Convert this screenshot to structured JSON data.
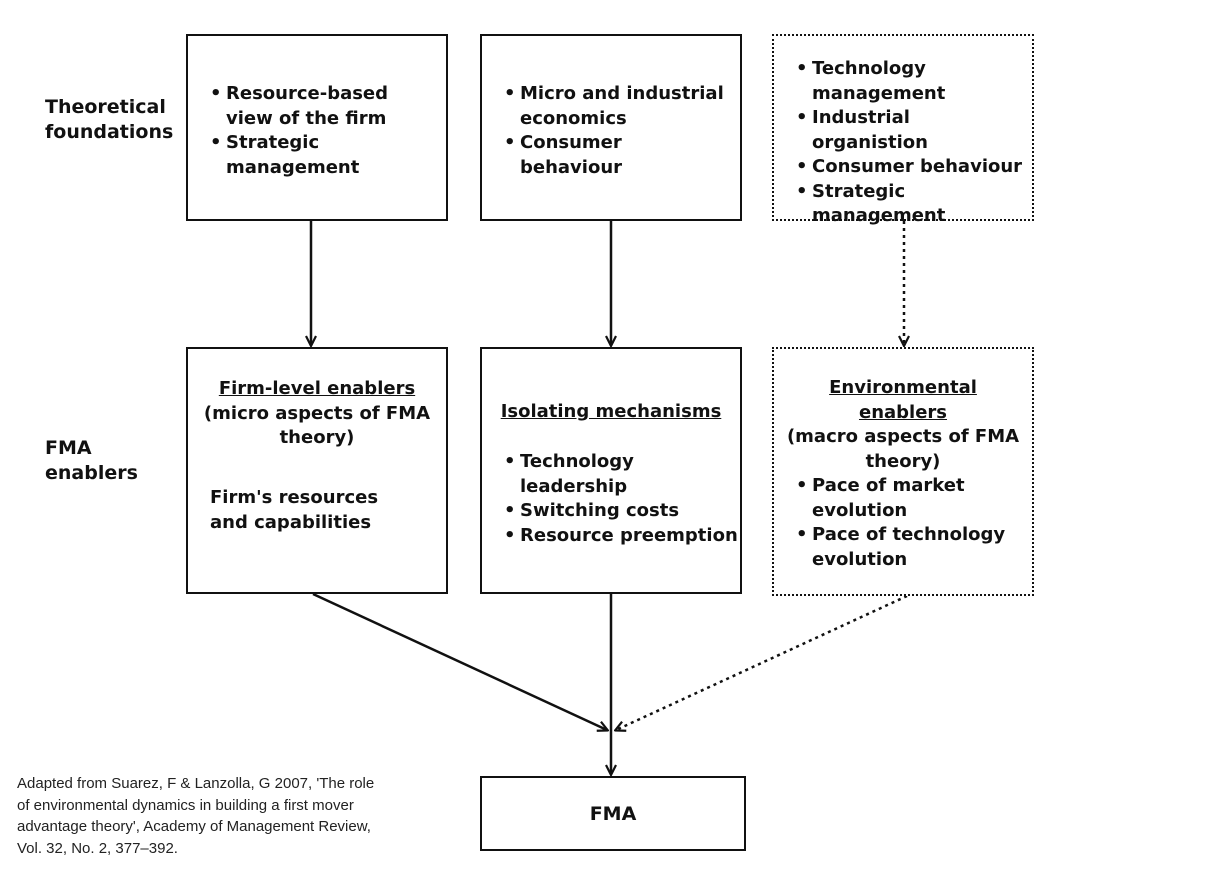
{
  "row_labels": {
    "theoretical": [
      "Theoretical",
      "foundations"
    ],
    "enablers": [
      "FMA",
      "enablers"
    ]
  },
  "foundations": {
    "left": [
      "Resource-based view of the firm",
      "Strategic management"
    ],
    "middle": [
      "Micro and industrial economics",
      "Consumer behaviour"
    ],
    "right": [
      "Technology management",
      "Industrial organistion",
      "Consumer behaviour",
      "Strategic management"
    ]
  },
  "enablers": {
    "firm": {
      "title": "Firm-level enablers",
      "subtitle": "(micro aspects of FMA theory)",
      "body": "Firm's resources and capabilities"
    },
    "isolating": {
      "title": "Isolating mechanisms",
      "items": [
        "Technology leadership",
        "Switching costs",
        "Resource preemption"
      ]
    },
    "environmental": {
      "title": "Environmental enablers",
      "subtitle": "(macro aspects of FMA theory)",
      "items": [
        "Pace of market evolution",
        "Pace of technology evolution"
      ]
    }
  },
  "outcome": {
    "label": "FMA"
  },
  "citation": "Adapted from Suarez, F & Lanzolla, G 2007, 'The role of environmental dynamics in building a first mover advantage theory', Academy of Management Review, Vol. 32, No. 2, 377–392.",
  "colors": {
    "line": "#111111",
    "background": "#ffffff",
    "citation_text": "#222222"
  },
  "line_styles": {
    "solid": "solid",
    "dotted": "dotted"
  }
}
